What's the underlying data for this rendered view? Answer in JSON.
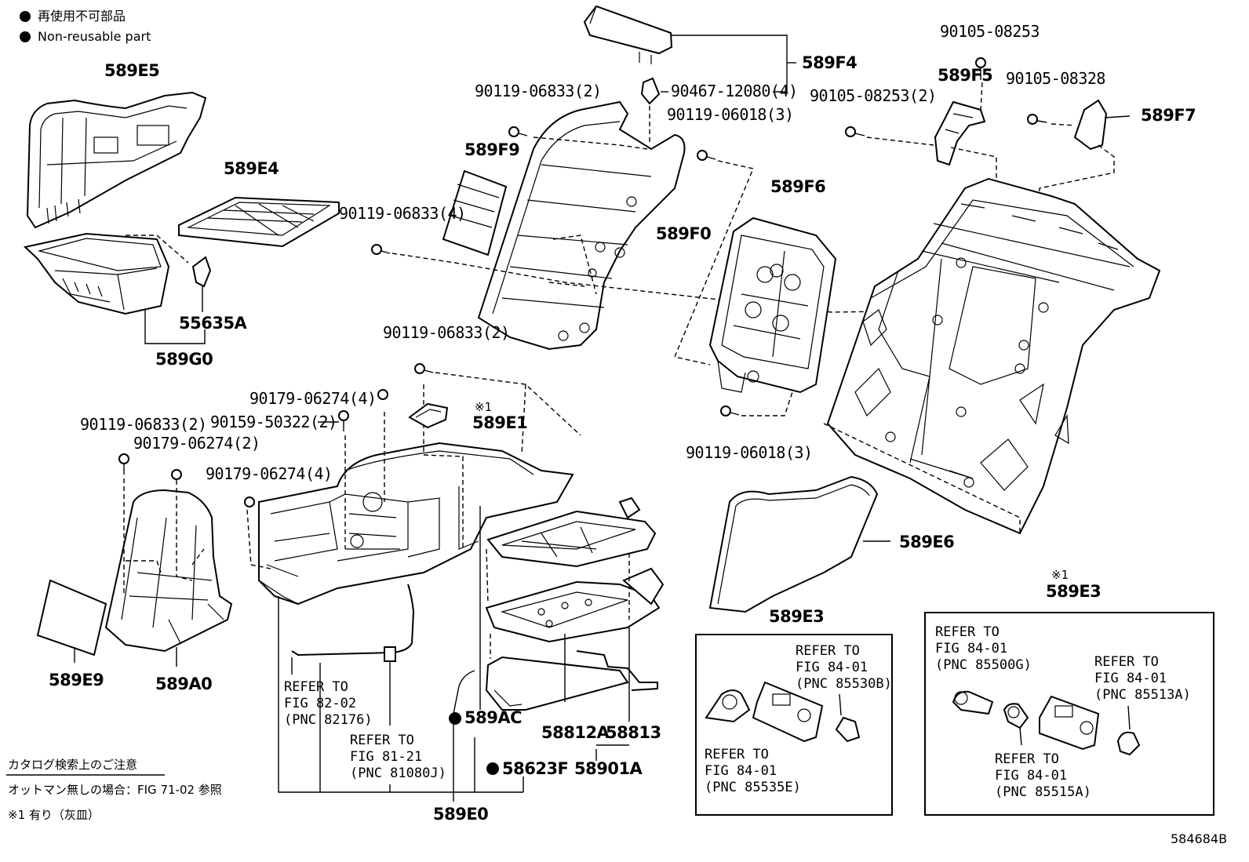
{
  "legend": {
    "item_jp": "再使用不可部品",
    "item_en": "Non-reusable part"
  },
  "parts": {
    "p589E5": "589E5",
    "p589E4": "589E4",
    "p55635A": "55635A",
    "p589G0": "589G0",
    "p589F9": "589F9",
    "p589F0": "589F0",
    "p589F4": "589F4",
    "p589F6": "589F6",
    "p589F5": "589F5",
    "p589F7": "589F7",
    "p589E1": "589E1",
    "p589E6": "589E6",
    "p589E3a": "589E3",
    "p589E3b": "589E3",
    "p589E9": "589E9",
    "p589A0": "589A0",
    "p589AC": "589AC",
    "p58623F": "58623F",
    "p58812A": "58812A",
    "p58813": "58813",
    "p58901A": "58901A",
    "p589E0": "589E0"
  },
  "hardware": {
    "h1": "90119-06833(2)",
    "h2": "90467-12080(4)",
    "h3": "90119-06018(3)",
    "h4": "90119-06833(4)",
    "h5": "90119-06833(2)",
    "h6": "90179-06274(4)",
    "h7": "90159-50322(2)",
    "h8": "90119-06833(2)",
    "h9": "90179-06274(2)",
    "h10": "90179-06274(4)",
    "h11": "90119-06018(3)",
    "h12": "90105-08253",
    "h13": "90105-08253(2)",
    "h14": "90105-08328"
  },
  "refs": {
    "r1": "REFER TO\nFIG 82-02\n(PNC 82176)",
    "r2": "REFER TO\nFIG 81-21\n(PNC 81080J)",
    "r3": "REFER TO\nFIG 84-01\n(PNC 85530B)",
    "r4": "REFER TO\nFIG 84-01\n(PNC 85535E)",
    "r5": "REFER TO\nFIG 84-01\n(PNC 85500G)",
    "r6": "REFER TO\nFIG 84-01\n(PNC 85513A)",
    "r7": "REFER TO\nFIG 84-01\n(PNC 85515A)"
  },
  "marks": {
    "m1a": "※1",
    "m1b": "※1"
  },
  "notes": {
    "title": "カタログ検索上のご注意",
    "line1": "オットマン無しの場合：FIG 71-02 参照",
    "line2": "※1 有り（灰皿）"
  },
  "figure_id": "584684B"
}
